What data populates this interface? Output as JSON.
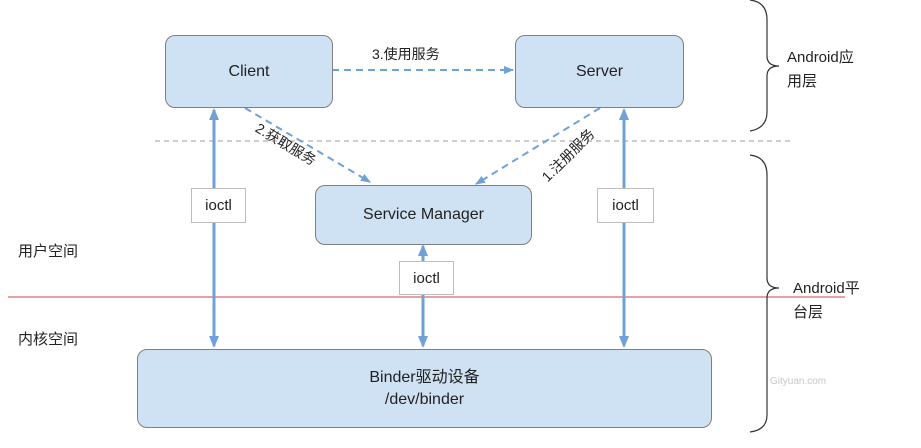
{
  "nodes": {
    "client": "Client",
    "server": "Server",
    "service_manager": "Service Manager",
    "binder_line1": "Binder驱动设备",
    "binder_line2": "/dev/binder"
  },
  "edges": {
    "use_service": "3.使用服务",
    "get_service": "2.获取服务",
    "register_service": "1.注册服务"
  },
  "ioctl": {
    "left": "ioctl",
    "middle": "ioctl",
    "right": "ioctl"
  },
  "regions": {
    "user_space": "用户空间",
    "kernel_space": "内核空间"
  },
  "layers": {
    "app_line1": "Android应",
    "app_line2": "用层",
    "platform_line1": "Android平",
    "platform_line2": "台层"
  },
  "watermark": "Gityuan.com"
}
